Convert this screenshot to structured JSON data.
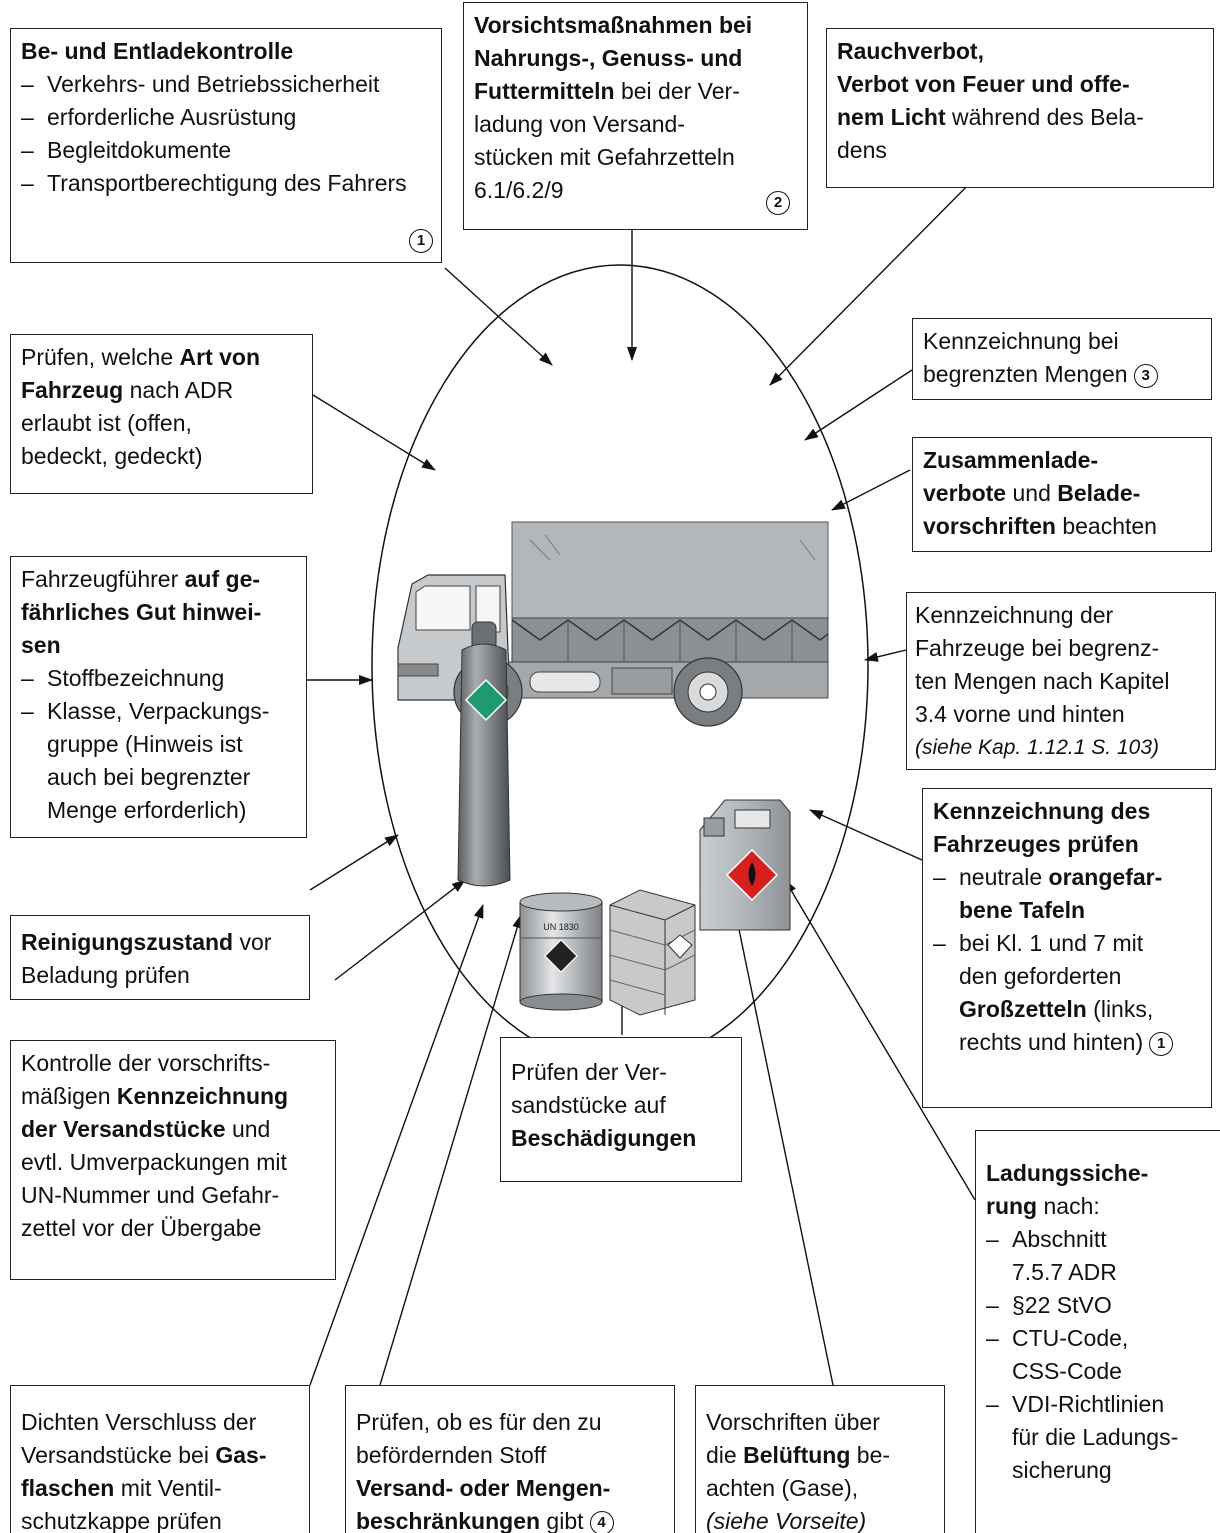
{
  "boxes": {
    "b1": {
      "title": "Be- und Entladekontrolle",
      "items": [
        "Verkehrs- und Betriebssicherheit",
        "erforderliche Ausrüstung",
        "Begleitdokumente",
        "Transportberechtigung des Fahrers"
      ],
      "num": "1"
    },
    "b2": {
      "bold1": "Vorsichtsmaßnahmen bei",
      "bold2": "Nahrungs-, Genuss- und",
      "bold3": "Futtermitteln",
      "t3": " bei der Ver-",
      "l4": "ladung von Versand-",
      "l5": "stücken mit Gefahrzetteln",
      "l6": "6.1/6.2/9",
      "num": "2"
    },
    "b3": {
      "bold1": "Rauchverbot,",
      "bold2": "Verbot von Feuer und offe-",
      "bold3": "nem Licht",
      "t3": " während des Bela-",
      "l4": "dens"
    },
    "b4": {
      "t1": "Prüfen, welche ",
      "bold1": "Art von",
      "bold2": "Fahrzeug",
      "t2": " nach ADR",
      "l3": "erlaubt ist (offen,",
      "l4": "bedeckt, gedeckt)"
    },
    "b5": {
      "l1": "Kennzeichnung bei",
      "l2": "begrenzten Mengen",
      "num": "3"
    },
    "b6": {
      "bold1": "Zusammenlade-",
      "bold2": "verbote",
      "t2": " und ",
      "bold2b": "Belade-",
      "bold3": "vorschriften",
      "t3": " beachten"
    },
    "b7": {
      "t1": "Fahrzeugführer ",
      "bold1": "auf ge-",
      "bold2": "fährliches Gut hinwei-",
      "bold3": "sen",
      "items": [
        "Stoffbezeichnung",
        "Klasse, Verpackungs-",
        "gruppe (Hinweis ist",
        "auch bei begrenzter",
        "Menge erforderlich)"
      ]
    },
    "b8": {
      "l1": "Kennzeichnung der",
      "l2": "Fahrzeuge bei begrenz-",
      "l3": "ten Mengen nach Kapitel",
      "l4": "3.4 vorne und hinten",
      "l5": "(siehe Kap. 1.12.1 S. 103)"
    },
    "b9": {
      "bold1": "Kennzeichnung des",
      "bold2": "Fahrzeuges prüfen",
      "i1a": "neutrale ",
      "i1b": "orangefar-",
      "i1c": "bene Tafeln",
      "i2a": "bei Kl. 1 und 7 mit",
      "i2b": "den geforderten",
      "i2c": "Großzetteln",
      "i2d": " (links,",
      "i2e": "rechts und hinten)",
      "num": "1"
    },
    "b10": {
      "bold1": "Reinigungszustand",
      "t1": " vor",
      "l2": "Beladung prüfen"
    },
    "b11": {
      "l1": "Kontrolle der vorschrifts-",
      "t2": "mäßigen ",
      "bold2": "Kennzeichnung",
      "bold3": "der Versandstücke",
      "t3": " und",
      "l4": "evtl. Umverpackungen mit",
      "l5": "UN-Nummer und Gefahr-",
      "l6": "zettel vor der Übergabe"
    },
    "b12": {
      "l1": "Prüfen der Ver-",
      "l2": "sandstücke auf",
      "bold3": "Beschädigungen"
    },
    "b13": {
      "bold1": "Ladungssiche-",
      "bold2": "rung",
      "t2": " nach:",
      "items": [
        "Abschnitt",
        "7.5.7 ADR",
        "§22 StVO",
        "CTU-Code,",
        "CSS-Code",
        "VDI-Richtlinien",
        "für die Ladungs-",
        "sicherung"
      ]
    },
    "b14": {
      "l1": "Dichten Verschluss der",
      "t2": "Versandstücke bei ",
      "bold2": "Gas-",
      "bold3": "flaschen",
      "t3": " mit Ventil-",
      "l4": "schutzkappe prüfen"
    },
    "b15": {
      "l1": "Prüfen, ob es für den zu",
      "l2": "befördernden Stoff",
      "bold3": "Versand- oder Mengen-",
      "bold4": "beschränkungen",
      "t4": " gibt",
      "num": "4"
    },
    "b16": {
      "l1": "Vorschriften über",
      "t2": "die ",
      "bold2": "Belüftung",
      "t2b": " be-",
      "l3": "achten (Gase),",
      "l4": "(siehe Vorseite)"
    }
  },
  "illustration": {
    "drum_label": "UN 1830"
  }
}
